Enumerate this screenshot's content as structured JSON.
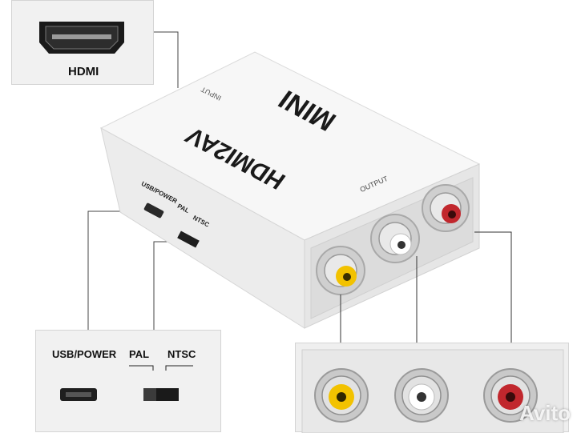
{
  "hdmi_panel": {
    "label": "HDMI"
  },
  "device": {
    "brand_mini": "MINI",
    "model": "HDMI2AV",
    "input_label": "INPUT",
    "output_label": "OUTPUT",
    "usb_label": "USB/POWER",
    "pal_label": "PAL",
    "ntsc_label": "NTSC"
  },
  "switch_panel": {
    "usb_label": "USB/POWER",
    "pal_label": "PAL",
    "ntsc_label": "NTSC"
  },
  "outputs": {
    "colors": {
      "video": "#f2c200",
      "audio_left": "#ffffff",
      "audio_right": "#c1272d"
    }
  },
  "watermark": {
    "text": "Avito"
  }
}
